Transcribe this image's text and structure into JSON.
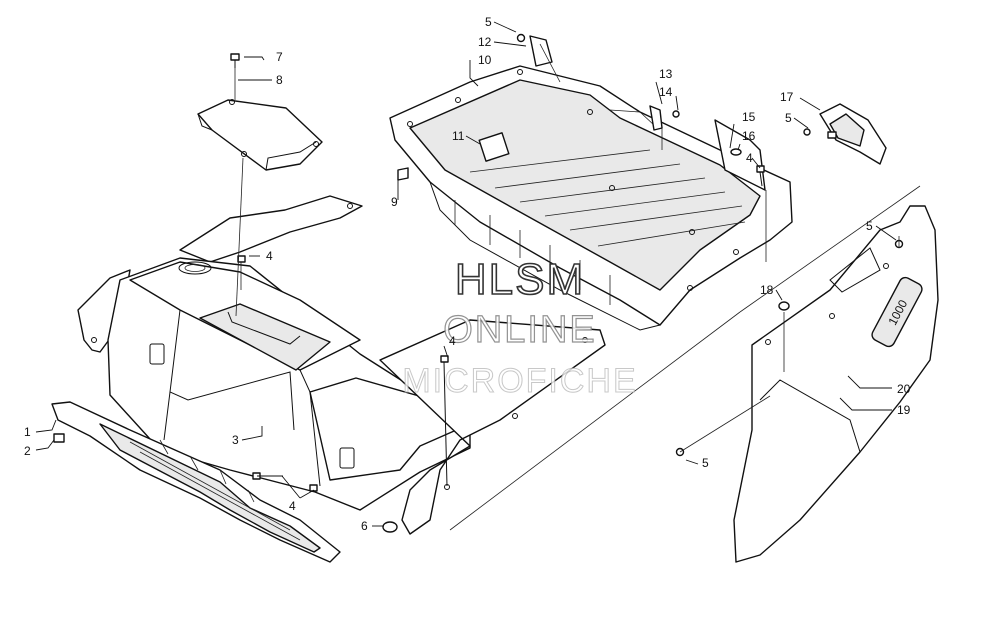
{
  "watermark": {
    "line1": "HLSM",
    "line2": "ONLINE",
    "line3": "MICROFICHE"
  },
  "callouts": [
    {
      "id": "c1",
      "label": "1"
    },
    {
      "id": "c2",
      "label": "2"
    },
    {
      "id": "c3",
      "label": "3"
    },
    {
      "id": "c4a",
      "label": "4"
    },
    {
      "id": "c4b",
      "label": "4"
    },
    {
      "id": "c4c",
      "label": "4"
    },
    {
      "id": "c4d",
      "label": "4"
    },
    {
      "id": "c5a",
      "label": "5"
    },
    {
      "id": "c5b",
      "label": "5"
    },
    {
      "id": "c5c",
      "label": "5"
    },
    {
      "id": "c5d",
      "label": "5"
    },
    {
      "id": "c6",
      "label": "6"
    },
    {
      "id": "c7",
      "label": "7"
    },
    {
      "id": "c8",
      "label": "8"
    },
    {
      "id": "c9",
      "label": "9"
    },
    {
      "id": "c10",
      "label": "10"
    },
    {
      "id": "c11",
      "label": "11"
    },
    {
      "id": "c12",
      "label": "12"
    },
    {
      "id": "c13",
      "label": "13"
    },
    {
      "id": "c14",
      "label": "14"
    },
    {
      "id": "c15",
      "label": "15"
    },
    {
      "id": "c16",
      "label": "16"
    },
    {
      "id": "c17",
      "label": "17"
    },
    {
      "id": "c18",
      "label": "18"
    },
    {
      "id": "c19",
      "label": "19"
    },
    {
      "id": "c20",
      "label": "20"
    }
  ],
  "panel_graphic": "1000"
}
